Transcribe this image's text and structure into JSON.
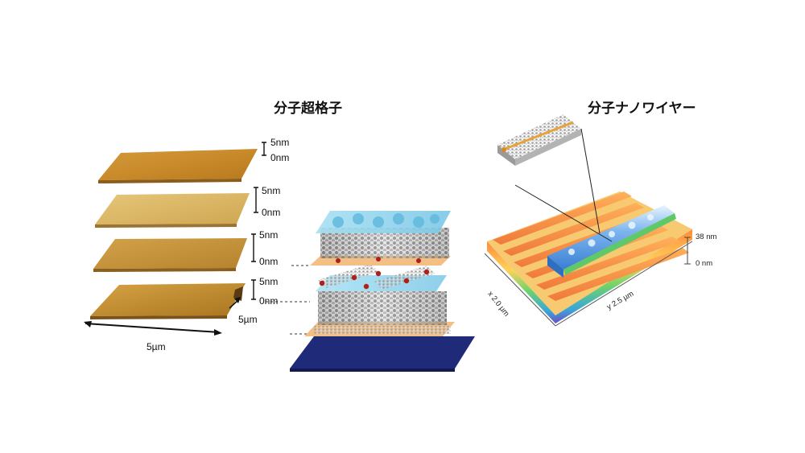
{
  "left_panel": {
    "title": "分子超格子",
    "scale_labels": [
      {
        "top": "5nm",
        "bottom": "0nm"
      },
      {
        "top": "5nm",
        "bottom": "0nm"
      },
      {
        "top": "5nm",
        "bottom": "0nm"
      },
      {
        "top": "5nm",
        "bottom": "0nm"
      }
    ],
    "dim_x": "5µm",
    "dim_y": "5µm"
  },
  "right_panel": {
    "title": "分子ナノワイヤー",
    "z_top": "38 nm",
    "z_bottom": "0 nm",
    "x_axis": "x 2.0 µm",
    "y_axis": "y 2.5 µm"
  },
  "colors": {
    "afm_gold": "#c99a3c",
    "layer_blue": "#8fd3ec",
    "substrate": "#1f2a78",
    "molecule_gray": "#8a8a8a",
    "oxygen_red": "#b0201a",
    "spacer_orange": "#f3b878"
  }
}
